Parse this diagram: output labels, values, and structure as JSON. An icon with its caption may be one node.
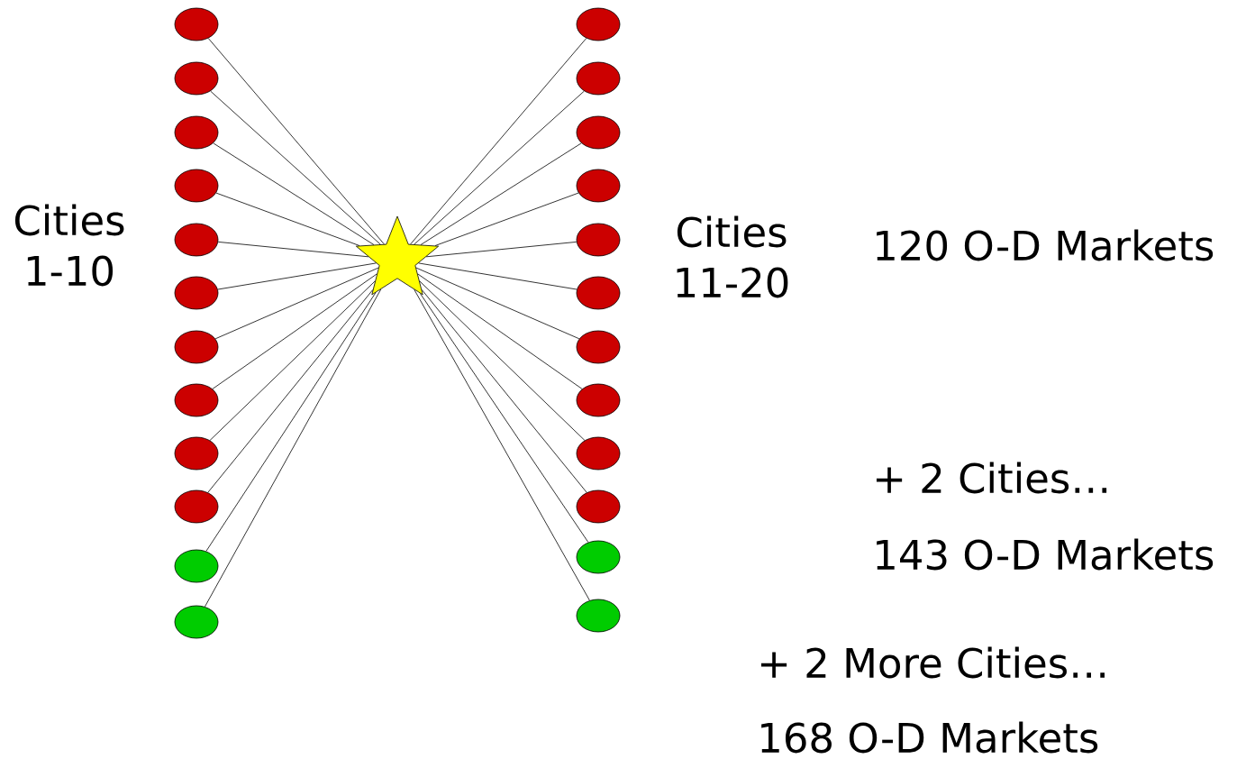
{
  "diagram": {
    "nodes": [
      {
        "text": [],
        "shape": "circle"
      },
      {
        "text": [],
        "shape": "circle"
      },
      {
        "text": [],
        "shape": "circle"
      },
      {
        "text": [],
        "shape": "circle"
      },
      {
        "text": [],
        "shape": "circle"
      },
      {
        "text": [],
        "shape": "circle"
      },
      {
        "text": [],
        "shape": "circle"
      },
      {
        "text": [],
        "shape": "circle"
      },
      {
        "text": [],
        "shape": "circle"
      },
      {
        "text": [],
        "shape": "circle"
      },
      {
        "text": [],
        "shape": "circle"
      },
      {
        "text": [],
        "shape": "circle"
      },
      {
        "text": [],
        "shape": "star"
      },
      {
        "text": [],
        "shape": "circle"
      },
      {
        "text": [],
        "shape": "circle"
      },
      {
        "text": [],
        "shape": "circle"
      },
      {
        "text": [],
        "shape": "circle"
      },
      {
        "text": [],
        "shape": "circle"
      },
      {
        "text": [],
        "shape": "circle"
      },
      {
        "text": [],
        "shape": "circle"
      },
      {
        "text": [],
        "shape": "circle"
      },
      {
        "text": [],
        "shape": "circle"
      },
      {
        "text": [],
        "shape": "circle"
      },
      {
        "text": [],
        "shape": "circle"
      },
      {
        "text": [],
        "shape": "circle"
      }
    ],
    "edges": [
      {
        "from": 0,
        "to": 12,
        "arrow": "none"
      },
      {
        "from": 1,
        "to": 12,
        "arrow": "none"
      },
      {
        "from": 2,
        "to": 12,
        "arrow": "none"
      },
      {
        "from": 3,
        "to": 12,
        "arrow": "none"
      },
      {
        "from": 4,
        "to": 12,
        "arrow": "none"
      },
      {
        "from": 5,
        "to": 12,
        "arrow": "none"
      },
      {
        "from": 6,
        "to": 12,
        "arrow": "none"
      },
      {
        "from": 7,
        "to": 12,
        "arrow": "none"
      },
      {
        "from": 8,
        "to": 12,
        "arrow": "none"
      },
      {
        "from": 9,
        "to": 12,
        "arrow": "none"
      },
      {
        "from": 10,
        "to": 12,
        "arrow": "none"
      },
      {
        "from": 11,
        "to": 12,
        "arrow": "none"
      },
      {
        "from": 13,
        "to": 12,
        "arrow": "none"
      },
      {
        "from": 14,
        "to": 12,
        "arrow": "none"
      },
      {
        "from": 15,
        "to": 12,
        "arrow": "none"
      },
      {
        "from": 16,
        "to": 12,
        "arrow": "none"
      },
      {
        "from": 17,
        "to": 12,
        "arrow": "none"
      },
      {
        "from": 18,
        "to": 12,
        "arrow": "none"
      },
      {
        "from": 19,
        "to": 12,
        "arrow": "none"
      },
      {
        "from": 20,
        "to": 12,
        "arrow": "none"
      },
      {
        "from": 21,
        "to": 12,
        "arrow": "none"
      },
      {
        "from": 22,
        "to": 12,
        "arrow": "none"
      },
      {
        "from": 23,
        "to": 12,
        "arrow": "none"
      },
      {
        "from": 24,
        "to": 12,
        "arrow": "none"
      }
    ],
    "labels": [
      "Cities 1-10",
      "Cities 11-20",
      "120 O-D Markets",
      "+ 2 Cities…",
      "143 O-D Markets",
      "+ 2 More Cities…",
      "168 O-D Markets"
    ]
  }
}
